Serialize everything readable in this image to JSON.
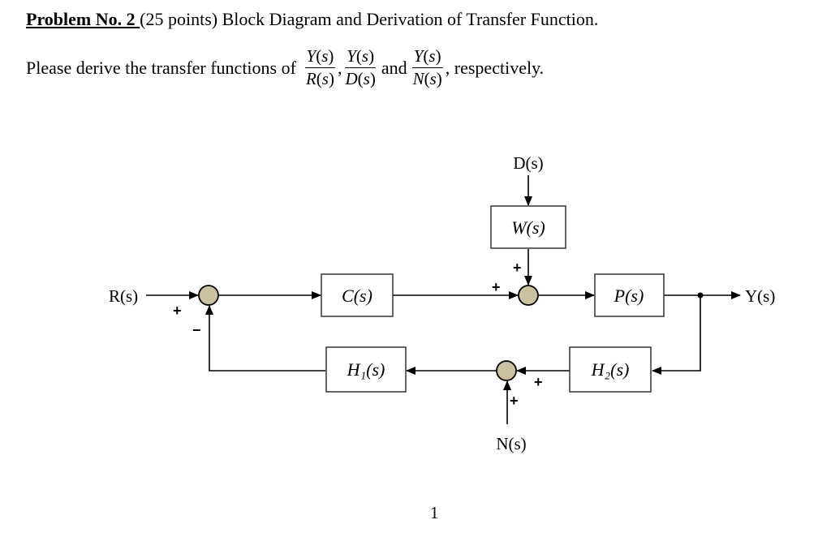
{
  "header": {
    "heading": "Problem No. 2 ",
    "rest": "(25 points) Block Diagram and Derivation of Transfer Function."
  },
  "question": {
    "prefix": "Please derive the transfer functions of",
    "fractions": [
      {
        "num_var": "Y",
        "num_arg": "s",
        "den_var": "R",
        "den_arg": "s"
      },
      {
        "num_var": "Y",
        "num_arg": "s",
        "den_var": "D",
        "den_arg": "s"
      },
      {
        "num_var": "Y",
        "num_arg": "s",
        "den_var": "N",
        "den_arg": "s"
      }
    ],
    "comma": ",",
    "and": "and",
    "suffix": ", respectively."
  },
  "diagram": {
    "signals": {
      "input": "R(s)",
      "disturbance": "D(s)",
      "noise": "N(s)",
      "output": "Y(s)"
    },
    "blocks": {
      "controller": "C(s)",
      "disturbance_filter": "W(s)",
      "plant": "P(s)",
      "feedback1": "H₁(s)",
      "feedback2": "H₂(s)"
    },
    "signs": {
      "sum1_input": "+",
      "sum1_feedback": "−",
      "sum2_forward": "+",
      "sum2_disturbance": "+",
      "sum3_feedback": "+",
      "sum3_noise": "+"
    },
    "colors": {
      "summing_junction_fill": "#c9c1a0",
      "line": "#000000"
    }
  },
  "footer": {
    "page_number": "1"
  }
}
